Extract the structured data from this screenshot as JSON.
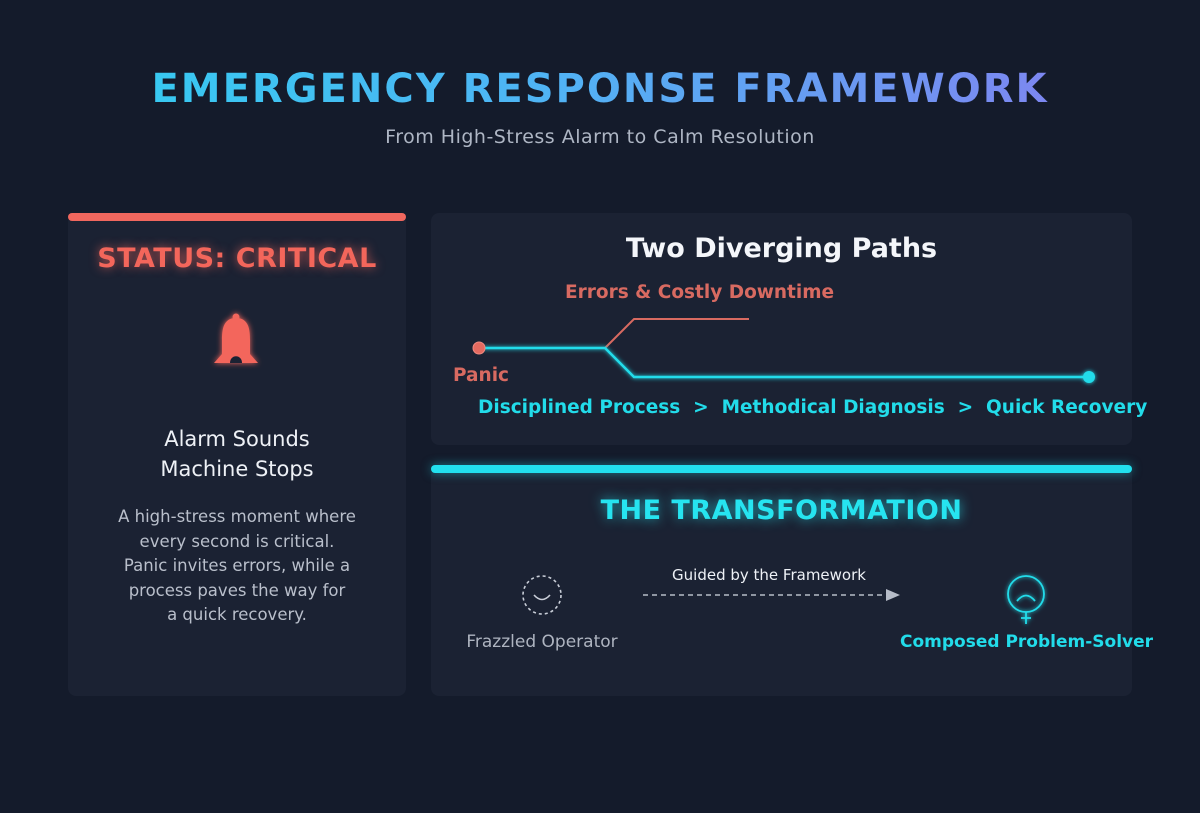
{
  "header": {
    "title": "EMERGENCY RESPONSE FRAMEWORK",
    "subtitle": "From High-Stress Alarm to Calm Resolution"
  },
  "status_card": {
    "status": "STATUS: CRITICAL",
    "icon": "bell-icon",
    "line1": "Alarm Sounds",
    "line2": "Machine Stops",
    "description_lines": [
      "A high-stress moment where",
      "every second is critical.",
      "Panic invites errors, while a",
      "process paves the way for",
      "a quick recovery."
    ]
  },
  "paths_card": {
    "title": "Two Diverging Paths",
    "bad_path_label": "Errors & Costly Downtime",
    "start_label": "Panic",
    "steps": [
      "Disciplined Process",
      "Methodical Diagnosis",
      "Quick Recovery"
    ],
    "separator": ">"
  },
  "transform_card": {
    "title": "THE TRANSFORMATION",
    "from_label": "Frazzled Operator",
    "from_icon": "smiley-face-icon",
    "arrow_label": "Guided by the Framework",
    "to_label": "Composed Problem-Solver",
    "to_icon": "female-symbol-icon"
  },
  "colors": {
    "critical": "#f3665b",
    "accent": "#22dcea",
    "background": "#141b2b",
    "card": "#1b2233"
  }
}
